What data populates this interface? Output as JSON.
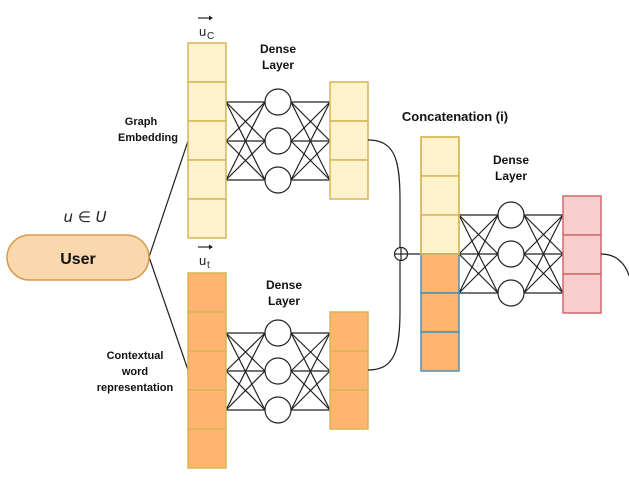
{
  "diagram": {
    "user_node": {
      "label": "User",
      "set_label": "u ∈ U"
    },
    "branches": [
      {
        "id": "graph",
        "input_label_lines": [
          "Graph",
          "Embedding"
        ],
        "vector_symbol": "u",
        "vector_subscript": "C",
        "input_cells": 5,
        "dense_label_lines": [
          "Dense",
          "Layer"
        ],
        "dense_neurons": 3,
        "output_cells": 3,
        "fill": "#fff2cc",
        "stroke": "#d6b656"
      },
      {
        "id": "context",
        "input_label_lines": [
          "Contextual",
          "word",
          "representation"
        ],
        "vector_symbol": "u",
        "vector_subscript": "t",
        "input_cells": 5,
        "dense_label_lines": [
          "Dense",
          "Layer"
        ],
        "dense_neurons": 3,
        "output_cells": 3,
        "fill": "#ffb570",
        "stroke": "#d6b656"
      }
    ],
    "concat": {
      "label": "Concatenation (i)",
      "operator_icon": "circle-plus",
      "top_cells": 3,
      "bottom_cells": 3,
      "top_fill": "#fff2cc",
      "top_stroke": "#d6b656",
      "bottom_fill": "#ffb570",
      "bottom_stroke": "#4a90b8"
    },
    "final_dense": {
      "label_lines": [
        "Dense",
        "Layer"
      ],
      "neurons": 3,
      "output_cells": 3,
      "fill": "#f8cecc",
      "stroke": "#d06a6a"
    },
    "colors": {
      "user_fill": "#fad7ac",
      "user_stroke": "#d79b4a",
      "edge": "#222222"
    }
  }
}
